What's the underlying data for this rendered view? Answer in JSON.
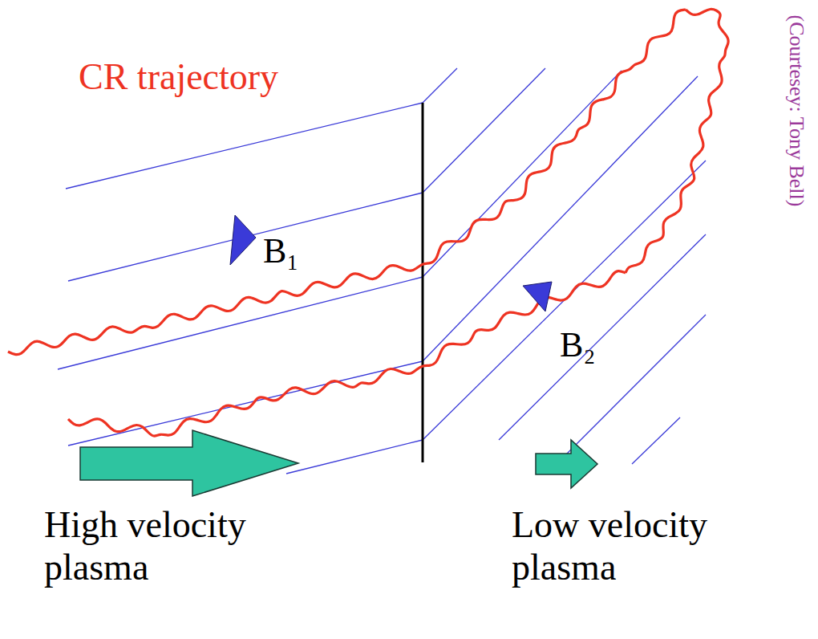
{
  "diagram": {
    "labels": [
      "CR trajectory",
      "B₁",
      "B₂",
      "High velocity plasma",
      "Low velocity plasma",
      "(Courtesey: Tony Bell)"
    ]
  }
}
